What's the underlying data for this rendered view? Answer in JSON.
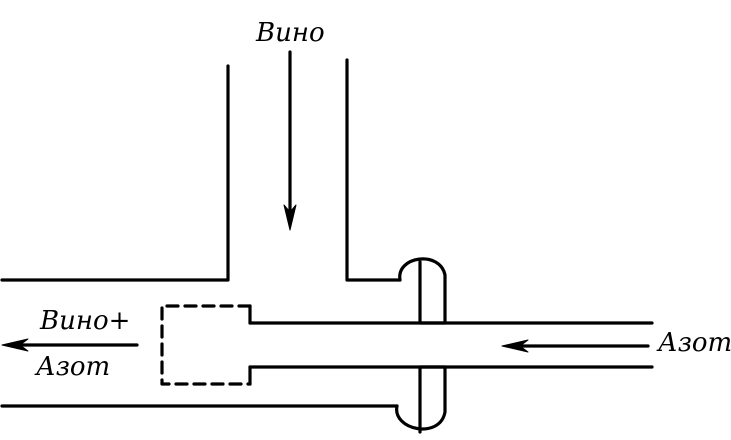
{
  "labels": {
    "wine_in": "Вино",
    "wine_plus": "Вино+",
    "nitrogen_out": "Азот",
    "nitrogen_in": "Азот"
  },
  "colors": {
    "ink": "#000000",
    "background": "#ffffff"
  }
}
